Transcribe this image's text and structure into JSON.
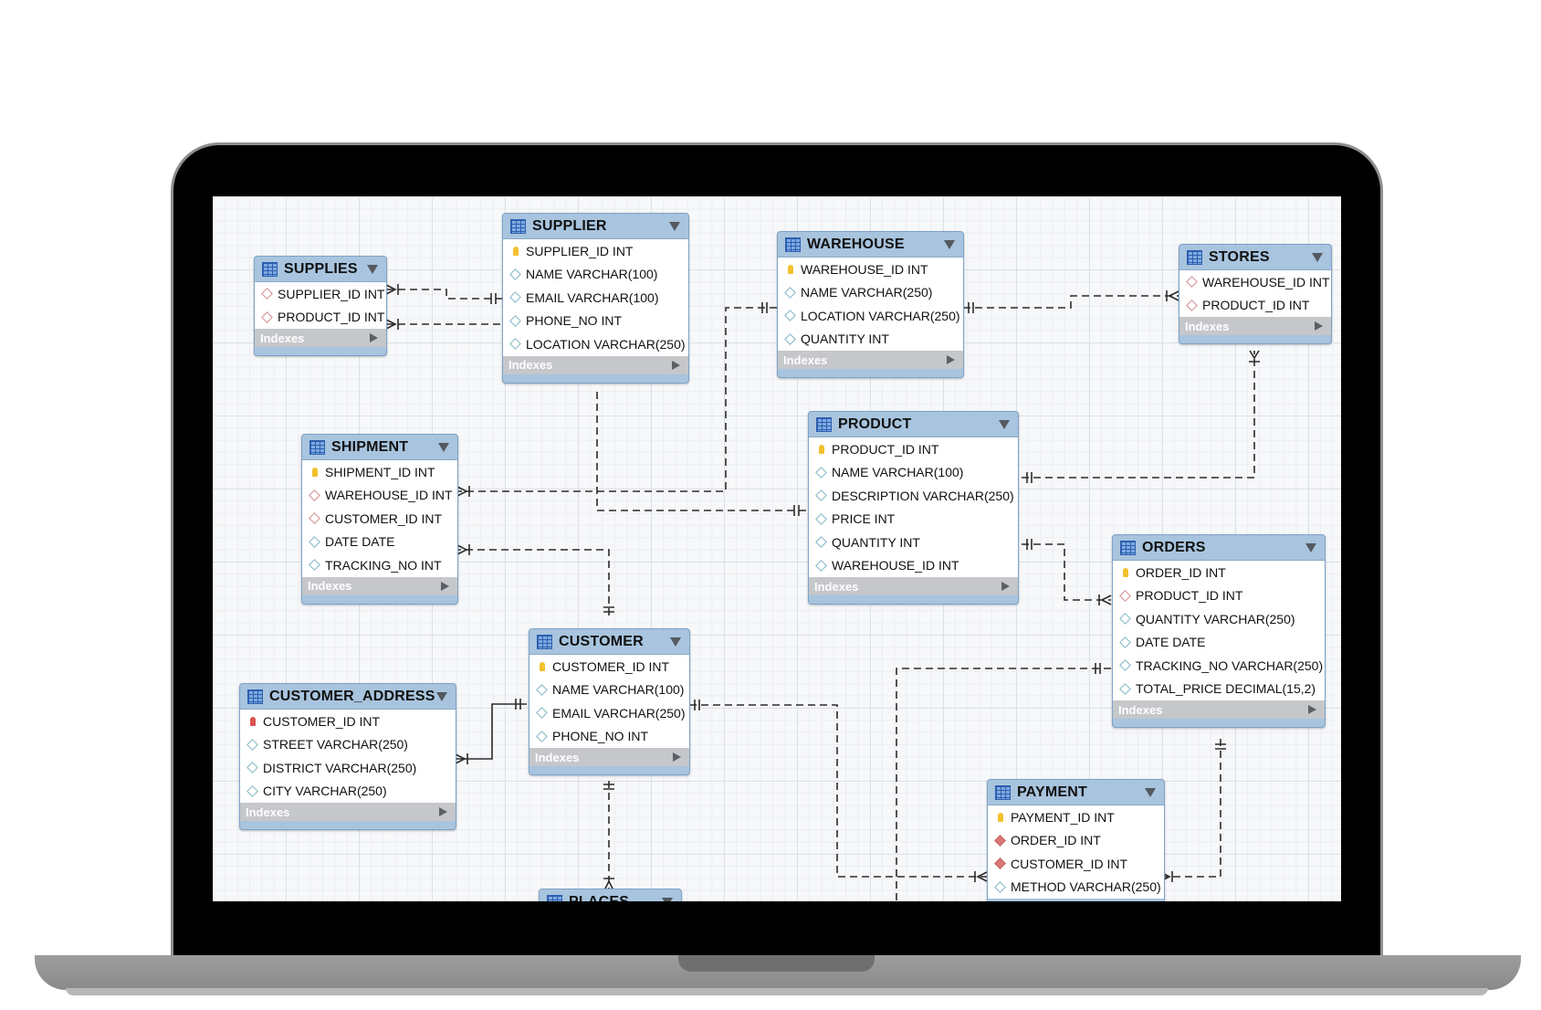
{
  "diagram": {
    "index_label": "Indexes",
    "tables": {
      "supplies": {
        "name": "SUPPLIES",
        "columns": [
          {
            "text": "SUPPLIER_ID INT",
            "icon": "fk-diamond-icon"
          },
          {
            "text": "PRODUCT_ID INT",
            "icon": "fk-diamond-icon"
          }
        ]
      },
      "supplier": {
        "name": "SUPPLIER",
        "columns": [
          {
            "text": "SUPPLIER_ID INT",
            "icon": "primary-key-icon"
          },
          {
            "text": "NAME VARCHAR(100)",
            "icon": "column-diamond-icon"
          },
          {
            "text": "EMAIL VARCHAR(100)",
            "icon": "column-diamond-icon"
          },
          {
            "text": "PHONE_NO INT",
            "icon": "column-diamond-icon"
          },
          {
            "text": "LOCATION VARCHAR(250)",
            "icon": "column-diamond-icon"
          }
        ]
      },
      "warehouse": {
        "name": "WAREHOUSE",
        "columns": [
          {
            "text": "WAREHOUSE_ID INT",
            "icon": "primary-key-icon"
          },
          {
            "text": "NAME VARCHAR(250)",
            "icon": "column-diamond-icon"
          },
          {
            "text": "LOCATION VARCHAR(250)",
            "icon": "column-diamond-icon"
          },
          {
            "text": "QUANTITY INT",
            "icon": "column-diamond-icon"
          }
        ]
      },
      "stores": {
        "name": "STORES",
        "columns": [
          {
            "text": "WAREHOUSE_ID INT",
            "icon": "fk-diamond-icon"
          },
          {
            "text": "PRODUCT_ID INT",
            "icon": "fk-diamond-icon"
          }
        ]
      },
      "shipment": {
        "name": "SHIPMENT",
        "columns": [
          {
            "text": "SHIPMENT_ID INT",
            "icon": "primary-key-icon"
          },
          {
            "text": "WAREHOUSE_ID INT",
            "icon": "fk-diamond-icon"
          },
          {
            "text": "CUSTOMER_ID INT",
            "icon": "fk-diamond-icon"
          },
          {
            "text": "DATE DATE",
            "icon": "column-diamond-icon"
          },
          {
            "text": "TRACKING_NO INT",
            "icon": "column-diamond-icon"
          }
        ]
      },
      "product": {
        "name": "PRODUCT",
        "columns": [
          {
            "text": "PRODUCT_ID INT",
            "icon": "primary-key-icon"
          },
          {
            "text": "NAME VARCHAR(100)",
            "icon": "column-diamond-icon"
          },
          {
            "text": "DESCRIPTION VARCHAR(250)",
            "icon": "column-diamond-icon"
          },
          {
            "text": "PRICE INT",
            "icon": "column-diamond-icon"
          },
          {
            "text": "QUANTITY INT",
            "icon": "column-diamond-icon"
          },
          {
            "text": "WAREHOUSE_ID INT",
            "icon": "column-diamond-icon"
          }
        ]
      },
      "orders": {
        "name": "ORDERS",
        "columns": [
          {
            "text": "ORDER_ID INT",
            "icon": "primary-key-icon"
          },
          {
            "text": "PRODUCT_ID INT",
            "icon": "fk-diamond-icon"
          },
          {
            "text": "QUANTITY VARCHAR(250)",
            "icon": "column-diamond-icon"
          },
          {
            "text": "DATE DATE",
            "icon": "column-diamond-icon"
          },
          {
            "text": "TRACKING_NO VARCHAR(250)",
            "icon": "column-diamond-icon"
          },
          {
            "text": "TOTAL_PRICE DECIMAL(15,2)",
            "icon": "column-diamond-icon"
          }
        ]
      },
      "customer": {
        "name": "CUSTOMER",
        "columns": [
          {
            "text": "CUSTOMER_ID INT",
            "icon": "primary-key-icon"
          },
          {
            "text": "NAME VARCHAR(100)",
            "icon": "column-diamond-icon"
          },
          {
            "text": "EMAIL VARCHAR(250)",
            "icon": "column-diamond-icon"
          },
          {
            "text": "PHONE_NO INT",
            "icon": "column-diamond-icon"
          }
        ]
      },
      "customer_address": {
        "name": "CUSTOMER_ADDRESS",
        "columns": [
          {
            "text": "CUSTOMER_ID INT",
            "icon": "foreign-primary-key-icon"
          },
          {
            "text": "STREET VARCHAR(250)",
            "icon": "column-diamond-icon"
          },
          {
            "text": "DISTRICT VARCHAR(250)",
            "icon": "column-diamond-icon"
          },
          {
            "text": "CITY VARCHAR(250)",
            "icon": "column-diamond-icon"
          }
        ]
      },
      "payment": {
        "name": "PAYMENT",
        "columns": [
          {
            "text": "PAYMENT_ID INT",
            "icon": "primary-key-icon"
          },
          {
            "text": "ORDER_ID INT",
            "icon": "fk-filled-diamond-icon"
          },
          {
            "text": "CUSTOMER_ID INT",
            "icon": "fk-filled-diamond-icon"
          },
          {
            "text": "METHOD VARCHAR(250)",
            "icon": "column-diamond-icon"
          }
        ]
      },
      "places": {
        "name": "PLACES",
        "columns": []
      }
    },
    "colors": {
      "header": "#a8c4de",
      "index_bar": "#c5c7ca",
      "primary_key": "#f2c12e",
      "foreign_key": "#d48b8b",
      "grid": "#dde0e5",
      "bezel": "#000000"
    }
  }
}
